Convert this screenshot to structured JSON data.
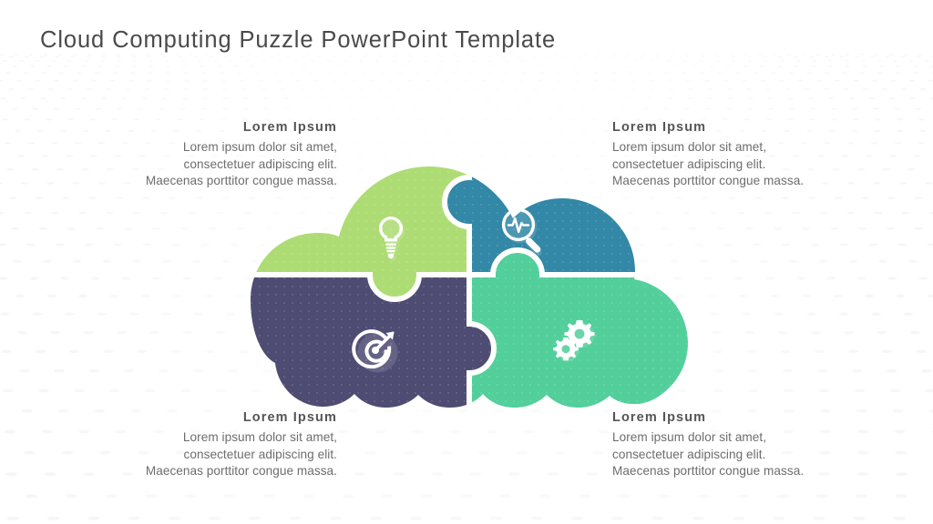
{
  "slide": {
    "title": "Cloud Computing Puzzle PowerPoint Template",
    "background_color": "#ffffff",
    "title_color": "#4a4a4a",
    "pattern": "dotted-perspective-grid"
  },
  "blocks": [
    {
      "position": "top-left",
      "align": "right",
      "heading": "Lorem Ipsum",
      "line1": "Lorem ipsum dolor sit amet,",
      "line2": "consectetuer adipiscing elit.",
      "line3": "Maecenas porttitor congue massa.",
      "piece_color": "#aedc74",
      "icon": "lightbulb-icon"
    },
    {
      "position": "top-right",
      "align": "left",
      "heading": "Lorem Ipsum",
      "line1": "Lorem ipsum dolor sit amet,",
      "line2": "consectetuer adipiscing elit.",
      "line3": "Maecenas porttitor congue massa.",
      "piece_color": "#3288a6",
      "icon": "magnifier-pulse-icon"
    },
    {
      "position": "bottom-left",
      "align": "right",
      "heading": "Lorem Ipsum",
      "line1": "Lorem ipsum dolor sit amet,",
      "line2": "consectetuer adipiscing elit.",
      "line3": "Maecenas porttitor congue massa.",
      "piece_color": "#4e4c73",
      "icon": "target-arrow-icon"
    },
    {
      "position": "bottom-right",
      "align": "left",
      "heading": "Lorem Ipsum",
      "line1": "Lorem ipsum dolor sit amet,",
      "line2": "consectetuer adipiscing elit.",
      "line3": "Maecenas porttitor congue massa.",
      "piece_color": "#52cf9b",
      "icon": "gears-icon"
    }
  ],
  "colors": {
    "green": "#aedc74",
    "teal": "#3288a6",
    "purple": "#4e4c73",
    "mint": "#52cf9b",
    "seam": "#ffffff",
    "text_body": "#6d6d70",
    "text_heading": "#555558",
    "pattern_dot": "#e8e8e8"
  }
}
